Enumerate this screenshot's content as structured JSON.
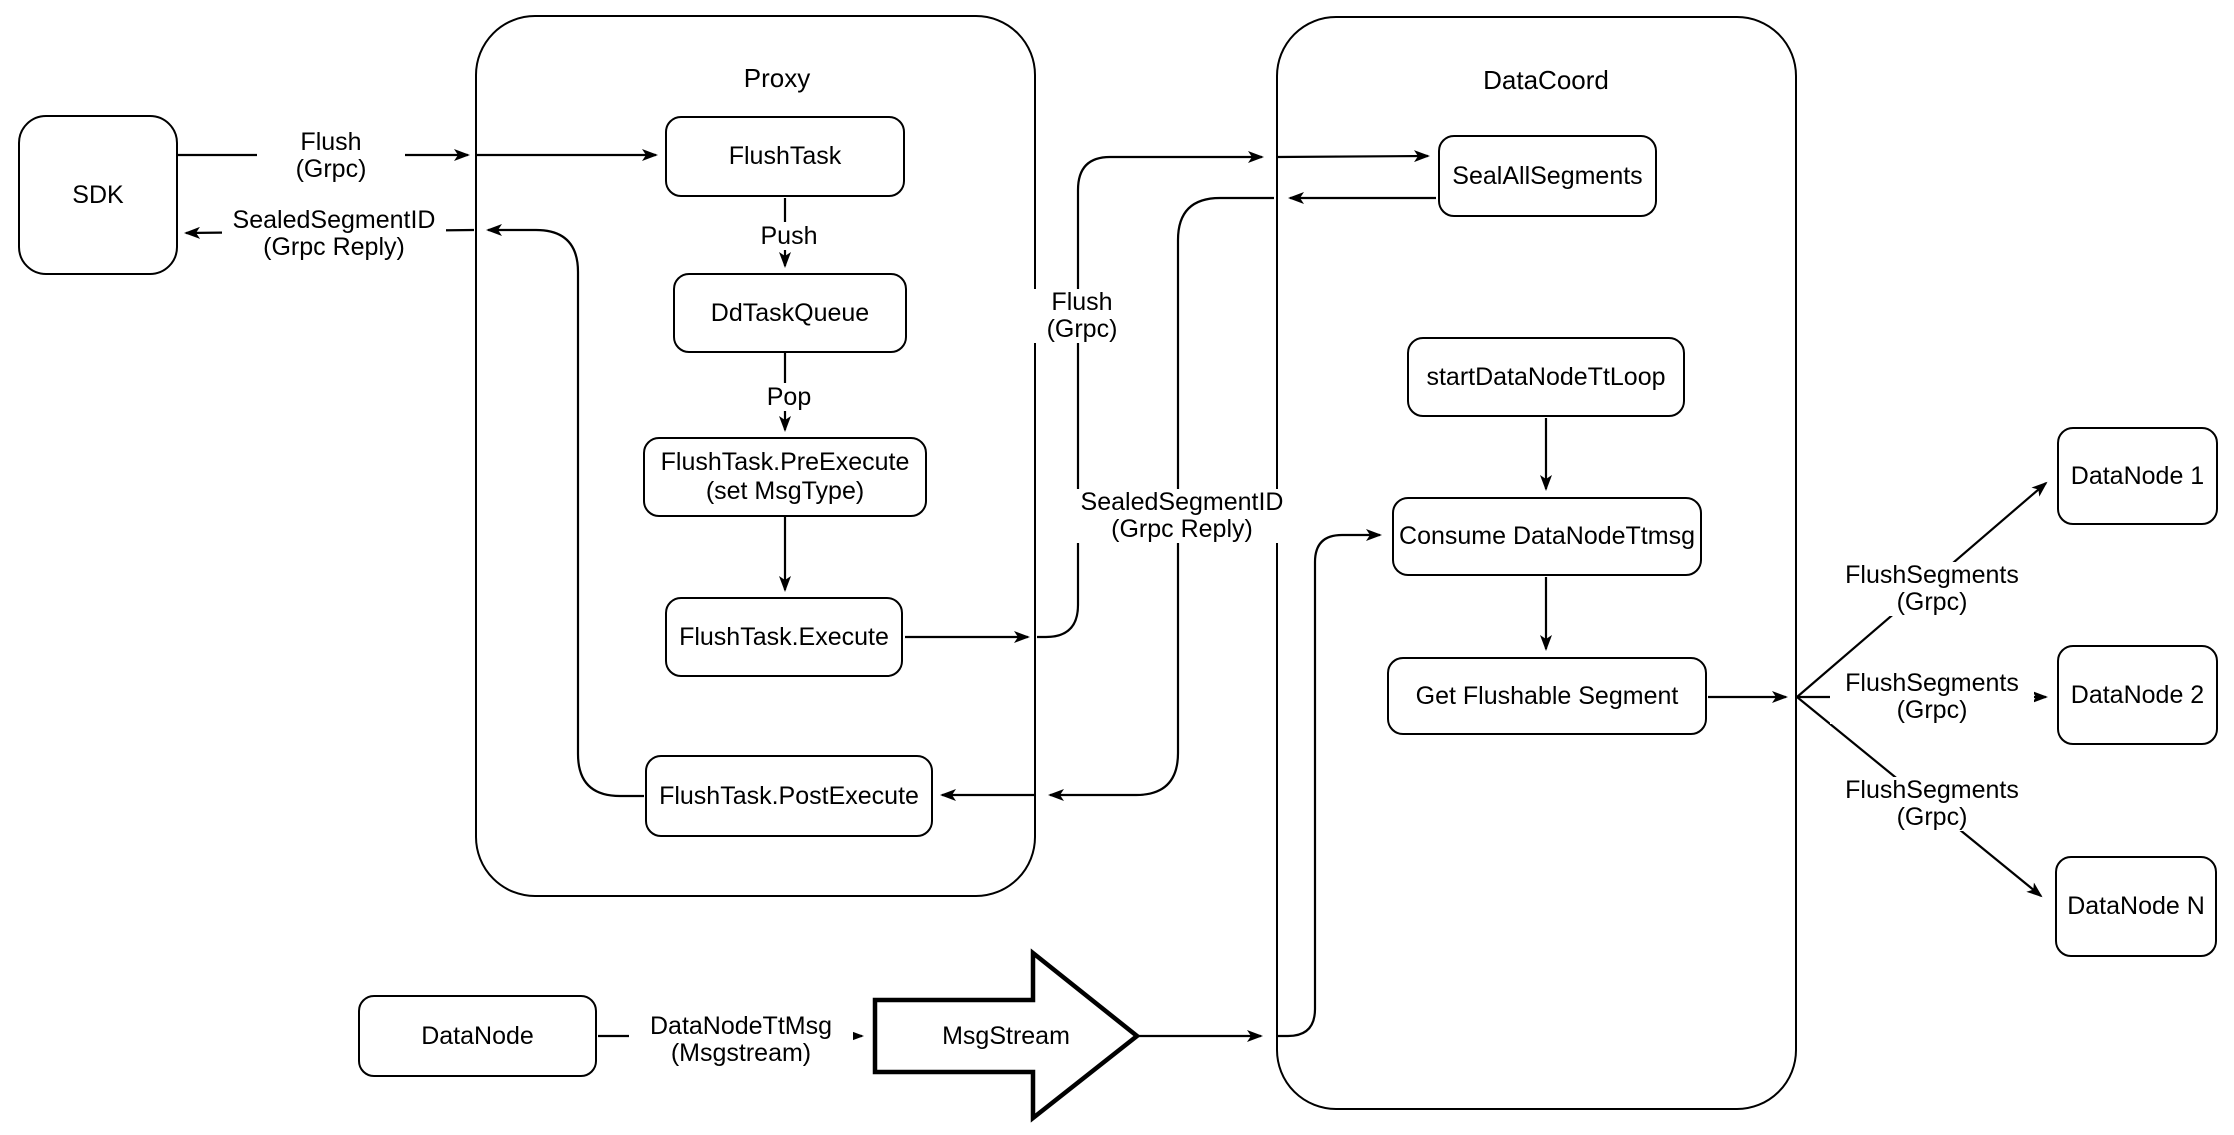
{
  "diagram_type": "flowchart",
  "colors": {
    "stroke": "#000000",
    "background": "#ffffff",
    "text": "#000000"
  },
  "containers": {
    "proxy": {
      "label": "Proxy"
    },
    "datacoord": {
      "label": "DataCoord"
    }
  },
  "nodes": {
    "sdk": {
      "label": "SDK"
    },
    "flush_task": {
      "label": "FlushTask"
    },
    "dd_task_queue": {
      "label": "DdTaskQueue"
    },
    "flush_task_pre_execute": {
      "label": "FlushTask.PreExecute",
      "label2": "(set MsgType)"
    },
    "flush_task_execute": {
      "label": "FlushTask.Execute"
    },
    "flush_task_post_execute": {
      "label": "FlushTask.PostExecute"
    },
    "seal_all_segments": {
      "label": "SealAllSegments"
    },
    "start_data_node_tt_loop": {
      "label": "startDataNodeTtLoop"
    },
    "consume_data_node_ttmsg": {
      "label": "Consume DataNodeTtmsg"
    },
    "get_flushable_segment": {
      "label": "Get Flushable Segment"
    },
    "msg_stream": {
      "label": "MsgStream"
    },
    "data_node": {
      "label": "DataNode"
    },
    "data_node_1": {
      "label": "DataNode 1"
    },
    "data_node_2": {
      "label": "DataNode 2"
    },
    "data_node_n": {
      "label": "DataNode N"
    }
  },
  "edge_labels": {
    "flush_grpc_sdk": {
      "line1": "Flush",
      "line2": "(Grpc)"
    },
    "sealed_segment_id_sdk": {
      "line1": "SealedSegmentID",
      "line2": "(Grpc Reply)"
    },
    "push": {
      "line1": "Push"
    },
    "pop": {
      "line1": "Pop"
    },
    "flush_grpc_mid": {
      "line1": "Flush",
      "line2": "(Grpc)"
    },
    "sealed_segment_id_mid": {
      "line1": "SealedSegmentID",
      "line2": "(Grpc Reply)"
    },
    "flush_segments_1": {
      "line1": "FlushSegments",
      "line2": "(Grpc)"
    },
    "flush_segments_2": {
      "line1": "FlushSegments",
      "line2": "(Grpc)"
    },
    "flush_segments_3": {
      "line1": "FlushSegments",
      "line2": "(Grpc)"
    },
    "data_node_tt_msg": {
      "line1": "DataNodeTtMsg",
      "line2": "(Msgstream)"
    }
  }
}
